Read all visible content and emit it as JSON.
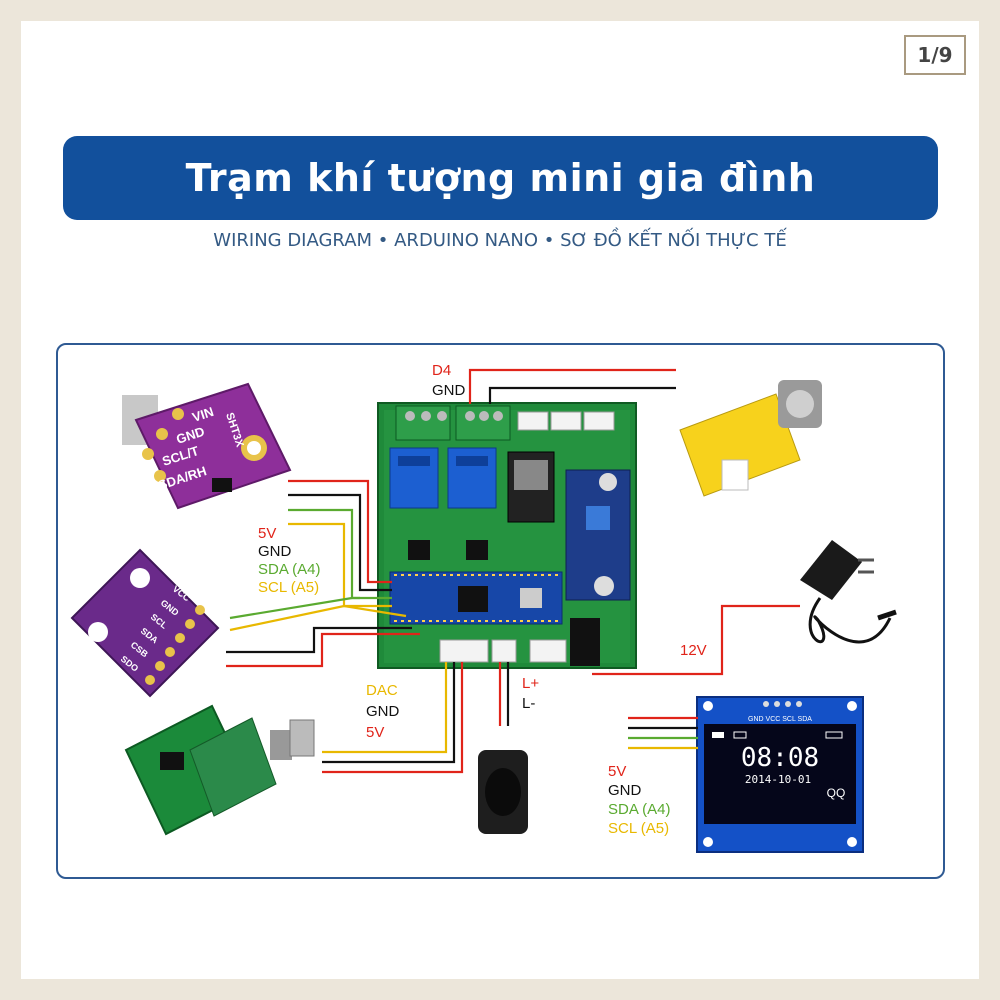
{
  "page_counter": "1/9",
  "title": "Trạm khí tượng mini gia đình",
  "subtitle": "WIRING DIAGRAM • ARDUINO NANO • SƠ ĐỒ KẾT NỐI THỰC TẾ",
  "colors": {
    "banner": "#12509c",
    "frame": "#2f5a93",
    "wire_red": "#e0241a",
    "wire_black": "#111111",
    "wire_green": "#5aaa30",
    "wire_yellow": "#e8b800"
  },
  "modules": {
    "sht": {
      "pins": [
        "VIN",
        "GND",
        "SCL/T",
        "SDA/RH"
      ],
      "name": "SHT3X"
    },
    "bmp": {
      "pins": [
        "VCC",
        "GND",
        "SCL",
        "SDA",
        "CSB",
        "SDO"
      ]
    },
    "oled": {
      "header": "GND VCC SCL SDA",
      "time": "08:08",
      "date": "2014-10-01",
      "badge": "QQ"
    }
  },
  "labels": {
    "motor_signal": "D4",
    "motor_gnd": "GND",
    "i2c_5v": "5V",
    "i2c_gnd": "GND",
    "i2c_sda": "SDA (A4)",
    "i2c_scl": "SCL (A5)",
    "amp_dac": "DAC",
    "amp_gnd": "GND",
    "amp_5v": "5V",
    "spk_lplus": "L+",
    "spk_lminus": "L-",
    "power_12v": "12V",
    "oled_5v": "5V",
    "oled_gnd": "GND",
    "oled_sda": "SDA (A4)",
    "oled_scl": "SCL (A5)"
  }
}
